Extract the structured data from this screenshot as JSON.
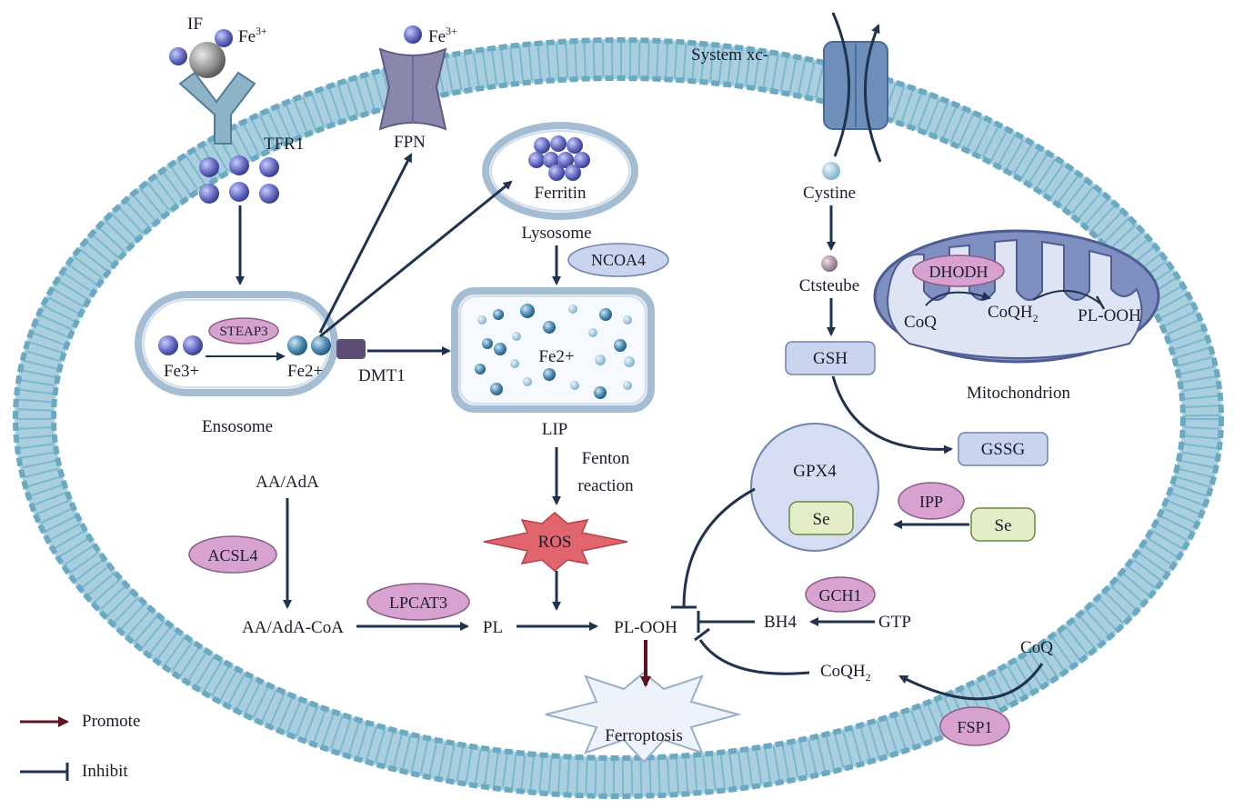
{
  "membrane_proteins": {
    "if_label": "IF",
    "fe3_label": "Fe",
    "fe3_sup": "3+",
    "tfr1": "TFR1",
    "fpn": "FPN",
    "system_xc": "System xc-"
  },
  "endosome": {
    "name": "Ensosome",
    "fe3": "Fe3+",
    "fe2": "Fe2+",
    "enzyme": "STEAP3",
    "transporter": "DMT1"
  },
  "lysosome": {
    "content": "Ferritin",
    "name": "Lysosome",
    "enzyme": "NCOA4"
  },
  "lip": {
    "content": "Fe2+",
    "name": "LIP",
    "fenton_line1": "Fenton",
    "fenton_line2": "reaction",
    "ros": "ROS"
  },
  "lipid_pathway": {
    "aa": "AA/AdA",
    "acsl4": "ACSL4",
    "aa_coa": "AA/AdA-CoA",
    "lpcat3": "LPCAT3",
    "pl": "PL",
    "ploh": "PL-OOH",
    "ferroptosis": "Ferroptosis"
  },
  "gsh_pathway": {
    "cystine": "Cystine",
    "cysteine": "Ctsteube",
    "gsh": "GSH",
    "gssg": "GSSG",
    "gpx4": "GPX4",
    "se_inner": "Se",
    "ipp": "IPP",
    "se_outer": "Se"
  },
  "mitochondrion": {
    "dhodh": "DHODH",
    "coq": "CoQ",
    "coqh2": "CoQH",
    "coqh2_sub": "2",
    "ploh": "PL-OOH",
    "name": "Mitochondrion"
  },
  "bh4_pathway": {
    "gch1": "GCH1",
    "bh4": "BH4",
    "gtp": "GTP"
  },
  "fsp1_pathway": {
    "coq": "CoQ",
    "coqh2": "CoQH",
    "coqh2_sub": "2",
    "fsp1": "FSP1"
  },
  "legend": {
    "promote": "Promote",
    "inhibit": "Inhibit"
  },
  "colors": {
    "arrow": "#1f3350",
    "promote": "#5a1520",
    "enzyme_pink": "#d7a2cf",
    "box_blue": "#c9d4ee",
    "se_green": "#e3edc8",
    "ros_red": "#e0656c",
    "membrane_head": "#7bb8cf"
  }
}
